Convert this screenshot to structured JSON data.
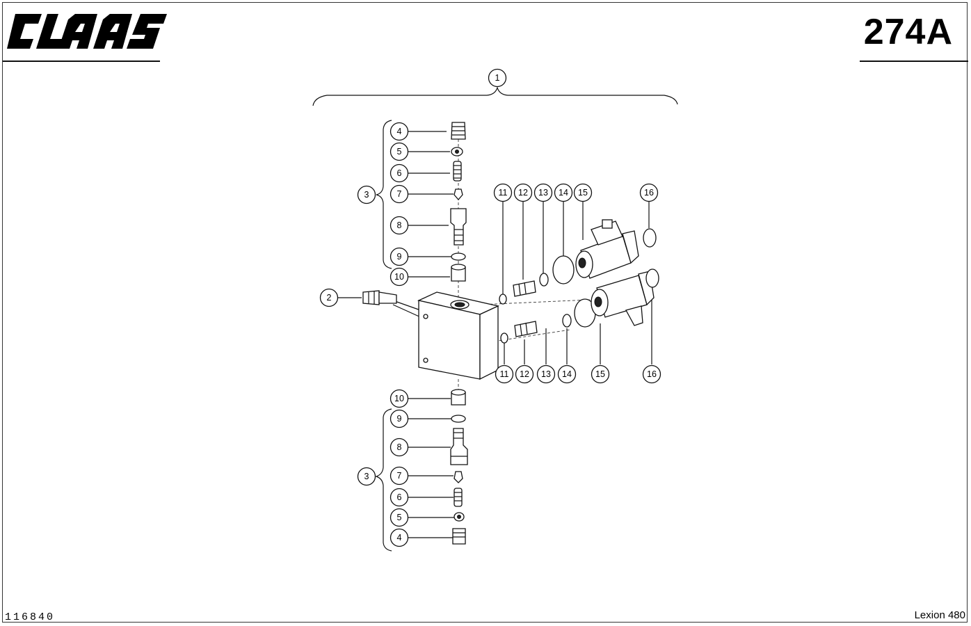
{
  "header": {
    "brand": "CLAAS",
    "page_number": "274A"
  },
  "footer": {
    "document_number": "116840",
    "model": "Lexion 480"
  },
  "callouts": [
    {
      "id": "c1",
      "label": "1"
    },
    {
      "id": "c2",
      "label": "2"
    },
    {
      "id": "c3a",
      "label": "3"
    },
    {
      "id": "c4a",
      "label": "4"
    },
    {
      "id": "c5a",
      "label": "5"
    },
    {
      "id": "c6a",
      "label": "6"
    },
    {
      "id": "c7a",
      "label": "7"
    },
    {
      "id": "c8a",
      "label": "8"
    },
    {
      "id": "c9a",
      "label": "9"
    },
    {
      "id": "c10a",
      "label": "10"
    },
    {
      "id": "c10b",
      "label": "10"
    },
    {
      "id": "c9b",
      "label": "9"
    },
    {
      "id": "c8b",
      "label": "8"
    },
    {
      "id": "c3b",
      "label": "3"
    },
    {
      "id": "c7b",
      "label": "7"
    },
    {
      "id": "c6b",
      "label": "6"
    },
    {
      "id": "c5b",
      "label": "5"
    },
    {
      "id": "c4b",
      "label": "4"
    },
    {
      "id": "c11a",
      "label": "11"
    },
    {
      "id": "c12a",
      "label": "12"
    },
    {
      "id": "c13a",
      "label": "13"
    },
    {
      "id": "c14a",
      "label": "14"
    },
    {
      "id": "c15a",
      "label": "15"
    },
    {
      "id": "c16a",
      "label": "16"
    },
    {
      "id": "c11b",
      "label": "11"
    },
    {
      "id": "c12b",
      "label": "12"
    },
    {
      "id": "c13b",
      "label": "13"
    },
    {
      "id": "c14b",
      "label": "14"
    },
    {
      "id": "c15b",
      "label": "15"
    },
    {
      "id": "c16b",
      "label": "16"
    }
  ]
}
